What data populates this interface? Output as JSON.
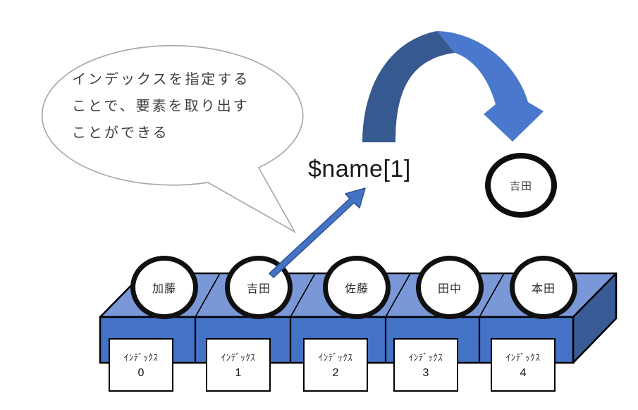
{
  "diagram": {
    "callout": {
      "lines": [
        "インデックスを指定する",
        "ことで、要素を取り出す",
        "ことができる"
      ]
    },
    "code_label": "$name[1]",
    "result": {
      "name": "吉田"
    },
    "array": {
      "index_caption": "ｲﾝﾃﾞｯｸｽ",
      "elements": [
        {
          "name": "加藤",
          "index": "0"
        },
        {
          "name": "吉田",
          "index": "1"
        },
        {
          "name": "佐藤",
          "index": "2"
        },
        {
          "name": "田中",
          "index": "3"
        },
        {
          "name": "本田",
          "index": "4"
        }
      ]
    },
    "colors": {
      "box_front": "#4472C4",
      "box_top": "#7A98D8",
      "box_side": "#3A5C96",
      "curved_arrow_dark": "#36598F",
      "curved_arrow_light": "#4A78CC",
      "straight_arrow_fill": "#4472C4",
      "straight_arrow_edge": "#2E5395",
      "bubble_border": "#A9A9A9"
    }
  }
}
